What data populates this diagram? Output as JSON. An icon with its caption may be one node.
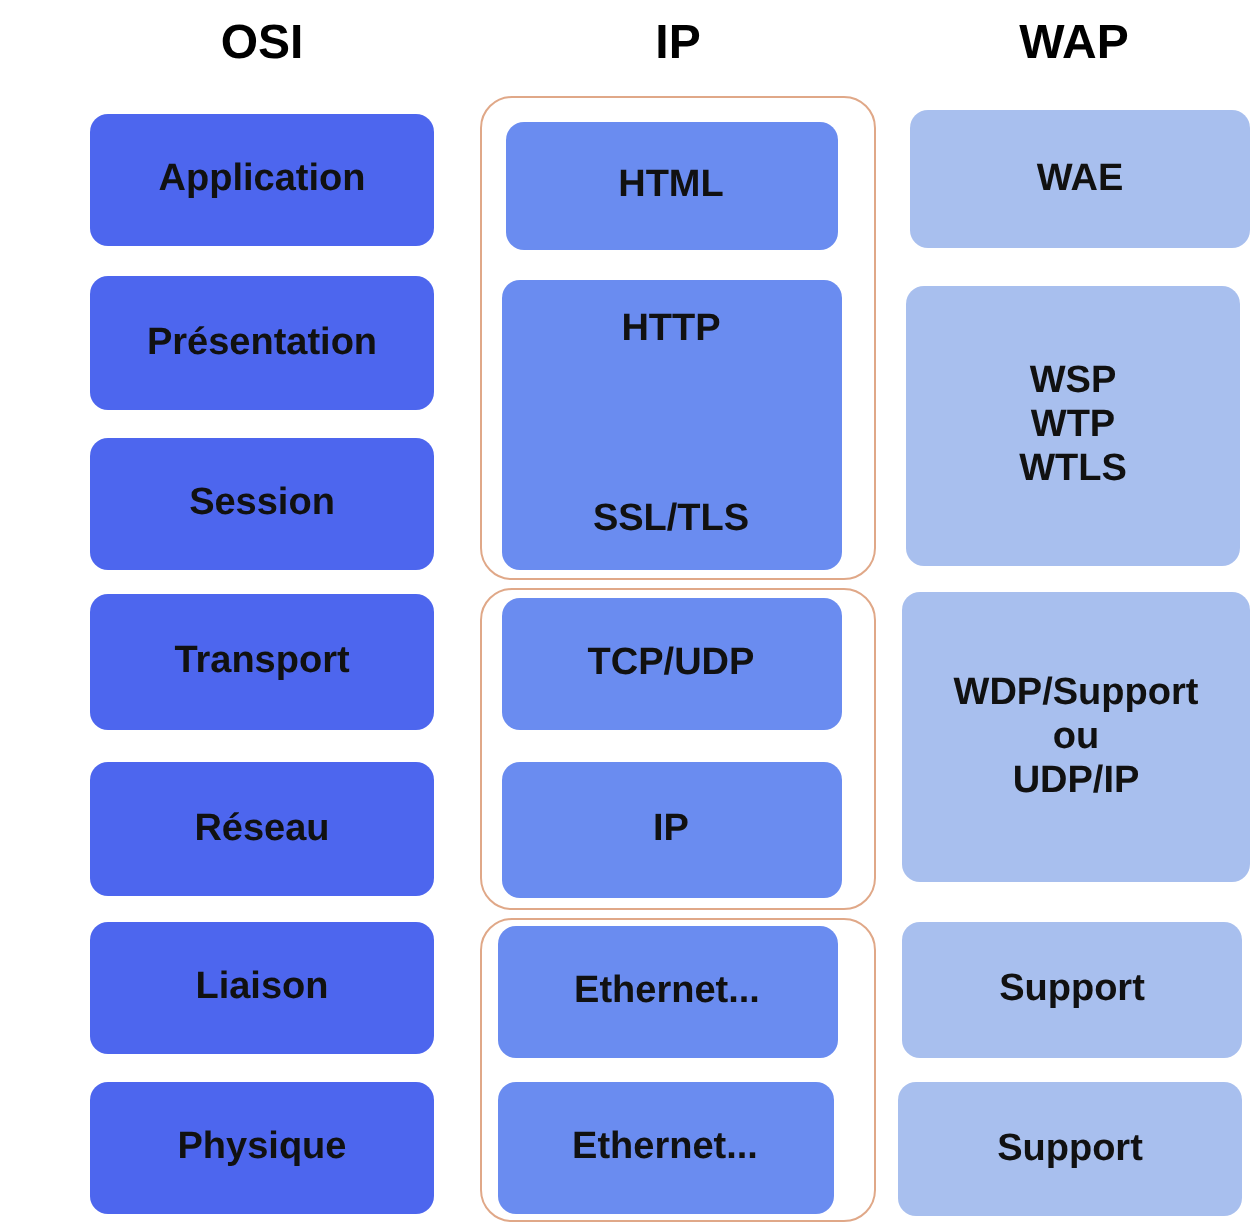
{
  "diagram": {
    "nodes": [
      {
        "text": [
          "Application"
        ]
      },
      {
        "text": [
          "Présentation"
        ]
      },
      {
        "text": [
          "Session"
        ]
      },
      {
        "text": [
          "Transport"
        ]
      },
      {
        "text": [
          "Réseau"
        ]
      },
      {
        "text": [
          "Liaison"
        ]
      },
      {
        "text": [
          "Physique"
        ]
      },
      {
        "text": [],
        "shape": "box"
      },
      {
        "text": [
          "HTML"
        ],
        "in": 7
      },
      {
        "text": [
          "HTTP",
          "SSL/TLS"
        ],
        "in": 7
      },
      {
        "text": [],
        "shape": "box"
      },
      {
        "text": [
          "TCP/UDP"
        ],
        "in": 10
      },
      {
        "text": [
          "IP"
        ],
        "in": 10
      },
      {
        "text": [],
        "shape": "box"
      },
      {
        "text": [
          "Ethernet..."
        ],
        "in": 13
      },
      {
        "text": [
          "Ethernet..."
        ],
        "in": 13
      },
      {
        "text": [
          "WAE"
        ]
      },
      {
        "text": [
          "WSP",
          "WTP",
          "WTLS"
        ]
      },
      {
        "text": [
          "WDP/Support",
          "ou",
          "UDP/IP"
        ]
      },
      {
        "text": [
          "Support"
        ]
      },
      {
        "text": [
          "Support"
        ]
      }
    ],
    "labels": [
      "OSI",
      "IP",
      "WAP"
    ]
  }
}
